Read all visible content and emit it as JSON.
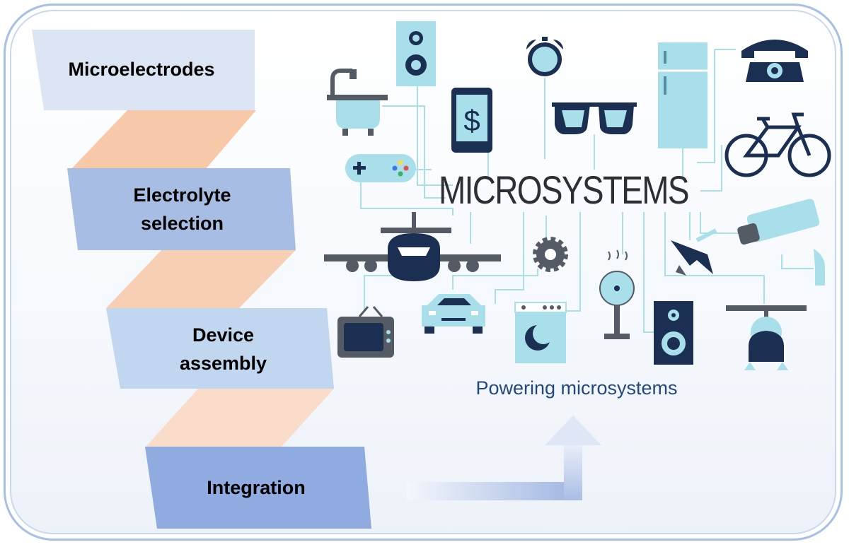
{
  "steps": [
    {
      "label": "Microelectrodes"
    },
    {
      "label": "Electrolyte\nselection"
    },
    {
      "label": "Device\nassembly"
    },
    {
      "label": "Integration"
    }
  ],
  "center_title": "MICROSYSTEMS",
  "caption": "Powering microsystems",
  "phone_symbol": "$",
  "colors": {
    "frame": "#a7c0e3",
    "step_fill": [
      "#dbe5f4",
      "#a7bde3",
      "#c1d6ef",
      "#8fabdf"
    ],
    "connector": "#f7c9a9",
    "icon_light": "#a9dfea",
    "icon_dark": "#1b2f52",
    "icon_gray": "#545b65",
    "wire": "#a9dfea",
    "caption": "#22497a"
  },
  "icons": [
    "speaker-icon",
    "alarm-clock-icon",
    "refrigerator-icon",
    "telephone-icon",
    "bathtub-icon",
    "smartphone-icon",
    "sunglasses-icon",
    "bicycle-icon",
    "gamepad-icon",
    "airplane-icon",
    "gear-icon",
    "desk-fan-icon",
    "drone-icon",
    "security-camera-icon",
    "tv-icon",
    "car-icon",
    "washing-machine-icon",
    "loudspeaker-icon",
    "helicopter-robot-icon",
    "arrow-icon"
  ]
}
